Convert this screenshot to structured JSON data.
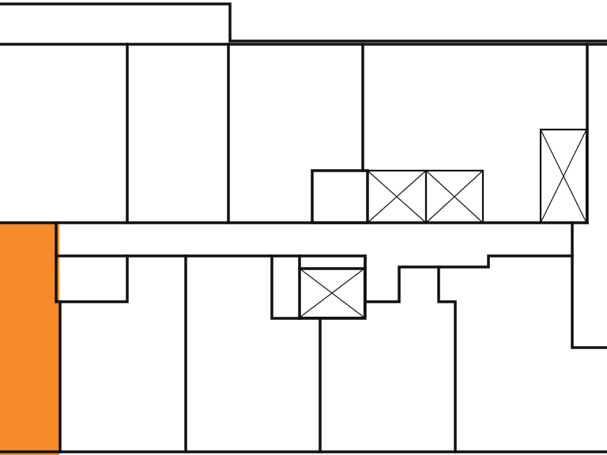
{
  "map": {
    "kind": "floor-plan",
    "colors": {
      "background": "#ffffff",
      "walls": "#111111",
      "highlight": "#f58b2a"
    },
    "highlighted_room": "west-edge-room",
    "cross_marked_boxes": 4
  }
}
